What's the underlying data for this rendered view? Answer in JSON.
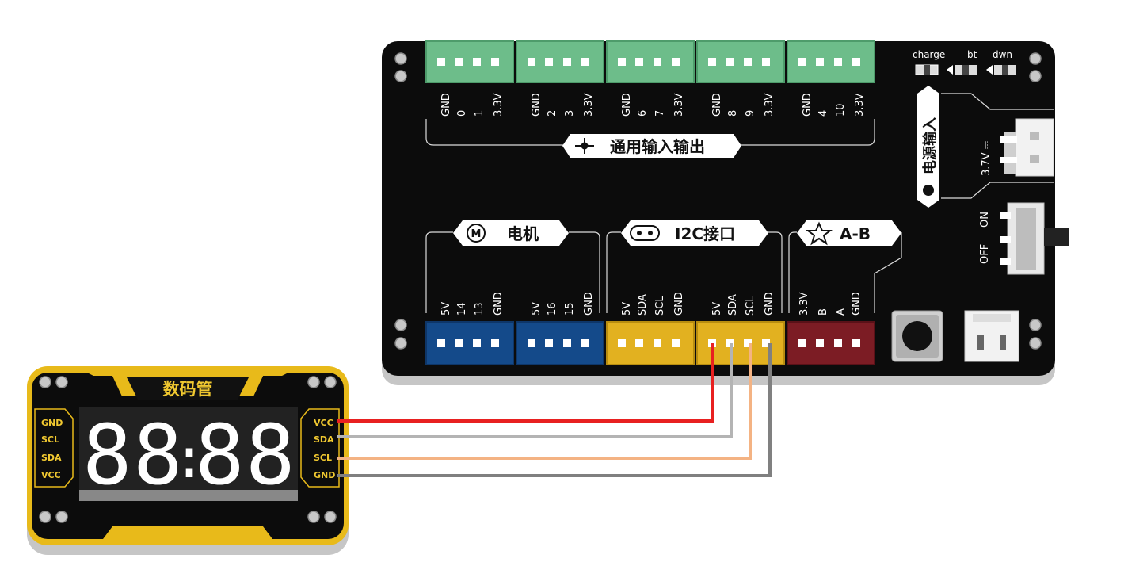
{
  "board": {
    "top_section": "通用输入输出",
    "top_pins": [
      [
        "GND",
        "0",
        "1",
        "3.3V"
      ],
      [
        "GND",
        "2",
        "3",
        "3.3V"
      ],
      [
        "GND",
        "6",
        "7",
        "3.3V"
      ],
      [
        "GND",
        "8",
        "9",
        "3.3V"
      ],
      [
        "GND",
        "4",
        "10",
        "3.3V"
      ]
    ],
    "status_labels": [
      "charge",
      "bt",
      "dwn"
    ],
    "power_section": "电源输入",
    "power_voltage": "3.7V ⎓",
    "switch_on": "ON",
    "switch_off": "OFF",
    "motor_section": "电机",
    "motor_icon": "M",
    "i2c_section": "I2C接口",
    "ab_section": "A-B",
    "bottom_pins": [
      [
        "5V",
        "14",
        "13",
        "GND"
      ],
      [
        "5V",
        "16",
        "15",
        "GND"
      ],
      [
        "5V",
        "SDA",
        "SCL",
        "GND"
      ],
      [
        "5V",
        "SDA",
        "SCL",
        "GND"
      ],
      [
        "3.3V",
        "B",
        "A",
        "GND"
      ]
    ],
    "colors": {
      "green": "#6dbd8a",
      "blue": "#144a8a",
      "yellow": "#e2b120",
      "red": "#7c1c24"
    }
  },
  "module": {
    "title": "数码管",
    "left_pins": [
      "GND",
      "SCL",
      "SDA",
      "VCC"
    ],
    "right_pins": [
      "VCC",
      "SDA",
      "SCL",
      "GND"
    ],
    "display_digits": [
      "8",
      "8",
      ":",
      "8",
      "8"
    ]
  },
  "wires": [
    {
      "name": "VCC",
      "color": "#e82020"
    },
    {
      "name": "SDA",
      "color": "#b4b4b4"
    },
    {
      "name": "SCL",
      "color": "#f4b383"
    },
    {
      "name": "GND",
      "color": "#808080"
    }
  ]
}
